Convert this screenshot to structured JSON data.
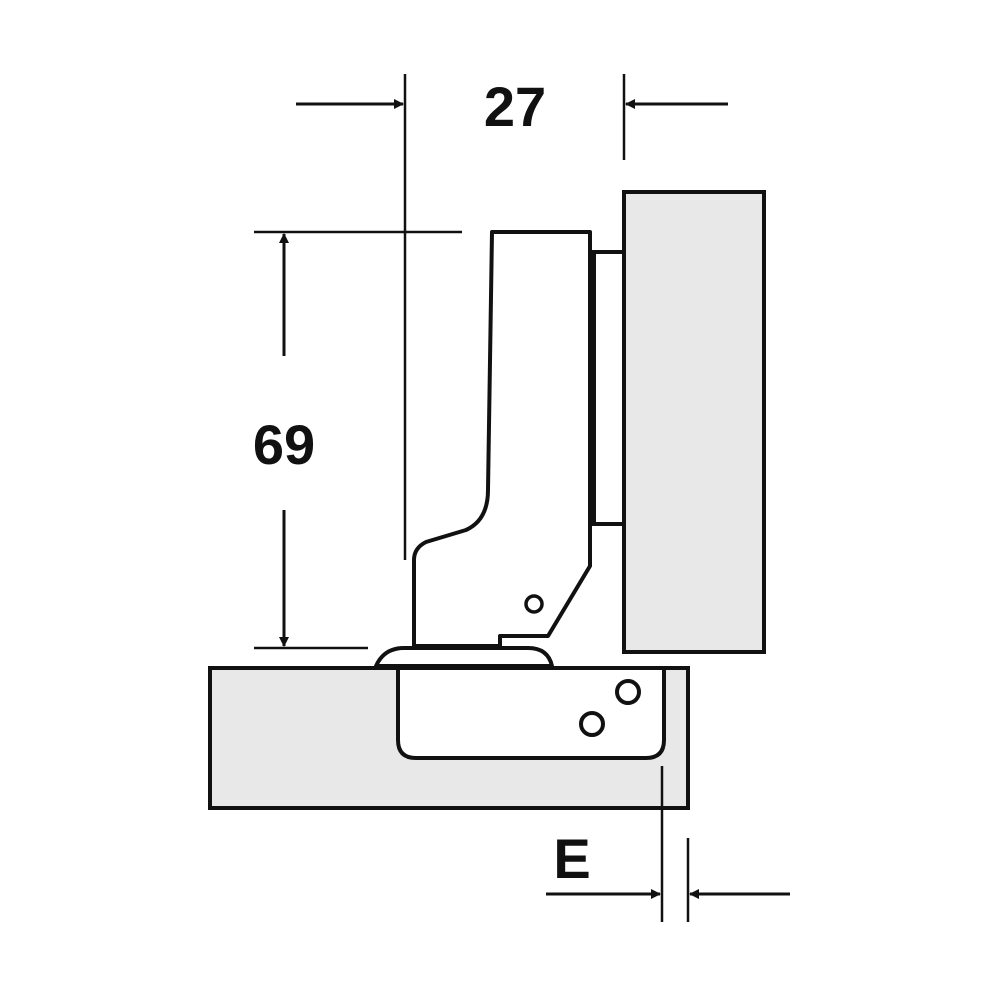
{
  "dimensions": {
    "width_label": "27",
    "height_label": "69",
    "edge_label": "E"
  },
  "colors": {
    "line": "#111111",
    "panel_fill": "#e8e8e8",
    "background": "#ffffff"
  }
}
